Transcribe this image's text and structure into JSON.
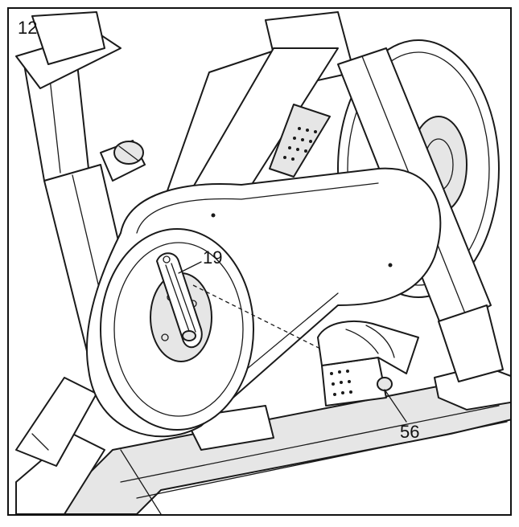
{
  "step": {
    "number": "12"
  },
  "callouts": [
    {
      "id": "crank-arm",
      "label": "19"
    },
    {
      "id": "pedal",
      "label": "56"
    }
  ]
}
